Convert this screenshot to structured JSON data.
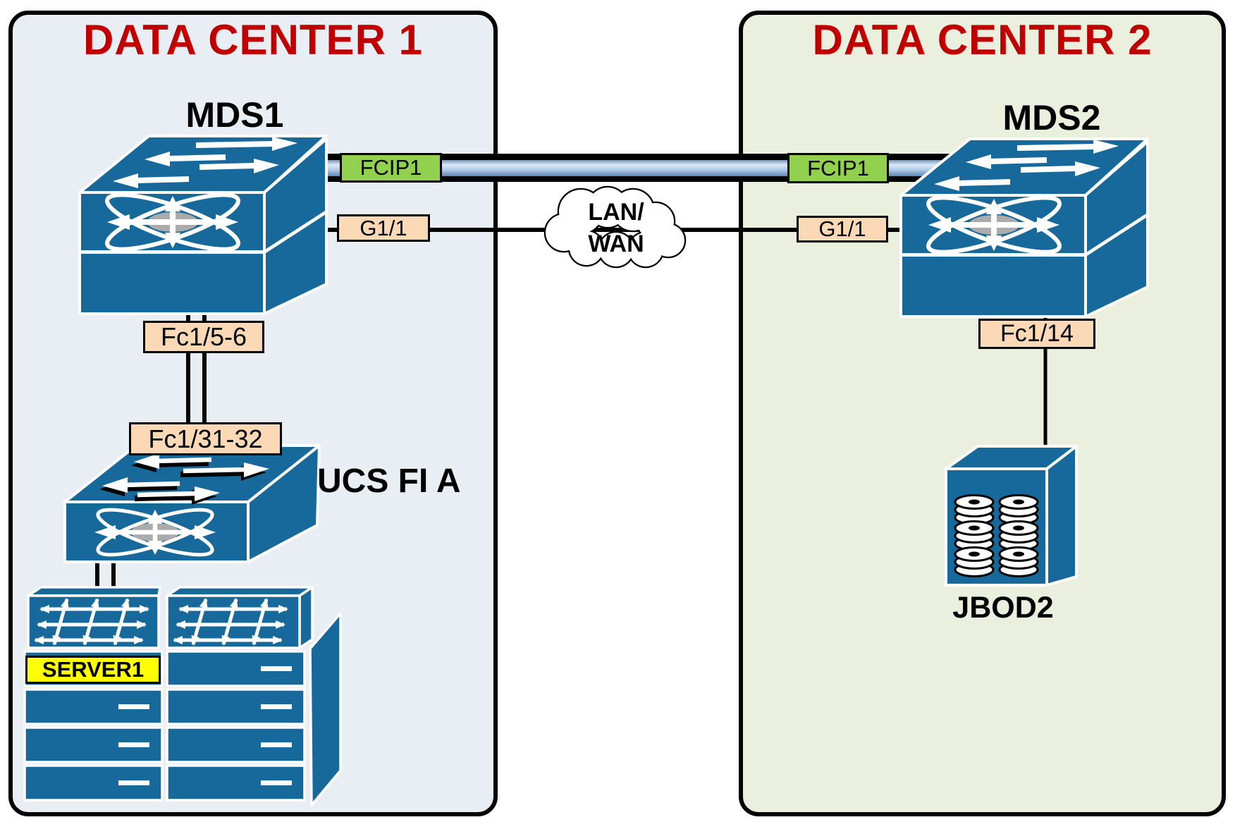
{
  "datacenter1": {
    "title": "DATA CENTER 1",
    "switch_label": "MDS1",
    "fi_label": "UCS FI A",
    "server_label": "SERVER1",
    "ports": {
      "fcip": "FCIP1",
      "gig": "G1/1",
      "mds_fc": "Fc1/5-6",
      "fi_fc": "Fc1/31-32"
    }
  },
  "datacenter2": {
    "title": "DATA CENTER 2",
    "switch_label": "MDS2",
    "storage_label": "JBOD2",
    "ports": {
      "fcip": "FCIP1",
      "gig": "G1/1",
      "storage_fc": "Fc1/14"
    }
  },
  "cloud": {
    "line1": "LAN/",
    "line2": "WAN"
  },
  "colors": {
    "switch_blue": "#17699B",
    "gray_core": "#ABABAB",
    "dc1_bg": "#E9EDF4",
    "dc2_bg": "#EAEFDE",
    "label_green": "#92D050",
    "label_peach": "#FBD9B7",
    "highlight_yellow": "#FFFF00",
    "title_red": "#C00000",
    "pipe_dark": "#5E86B4",
    "pipe_light": "#DDE9F7",
    "line_black": "#000000"
  }
}
